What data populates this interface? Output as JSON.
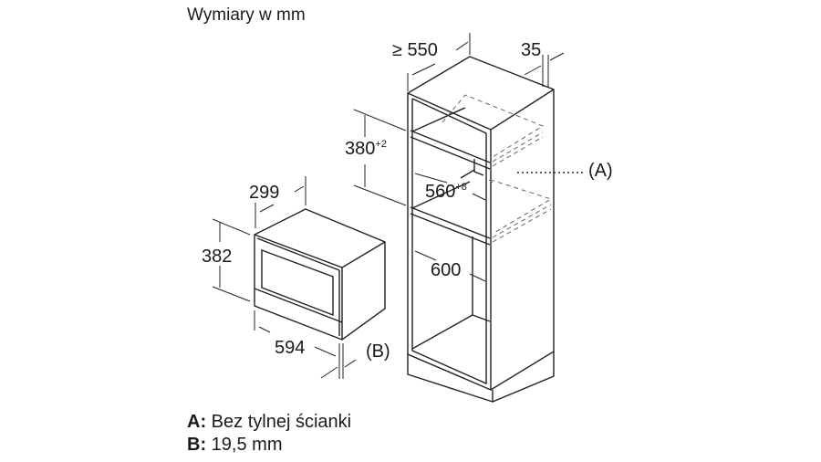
{
  "title": "Wymiary w mm",
  "dimensions": {
    "cabinet_depth": "≥ 550",
    "front_offset": "35",
    "niche_height": "380",
    "niche_height_tol": "+2",
    "niche_width": "560",
    "niche_width_tol": "+8",
    "cabinet_width": "600",
    "device_depth": "299",
    "device_height": "382",
    "device_width": "594",
    "marker_a": "(A)",
    "marker_b": "(B)"
  },
  "legend": [
    {
      "key": "A:",
      "text": "Bez tylnej ścianki"
    },
    {
      "key": "B:",
      "text": "19,5 mm"
    }
  ]
}
